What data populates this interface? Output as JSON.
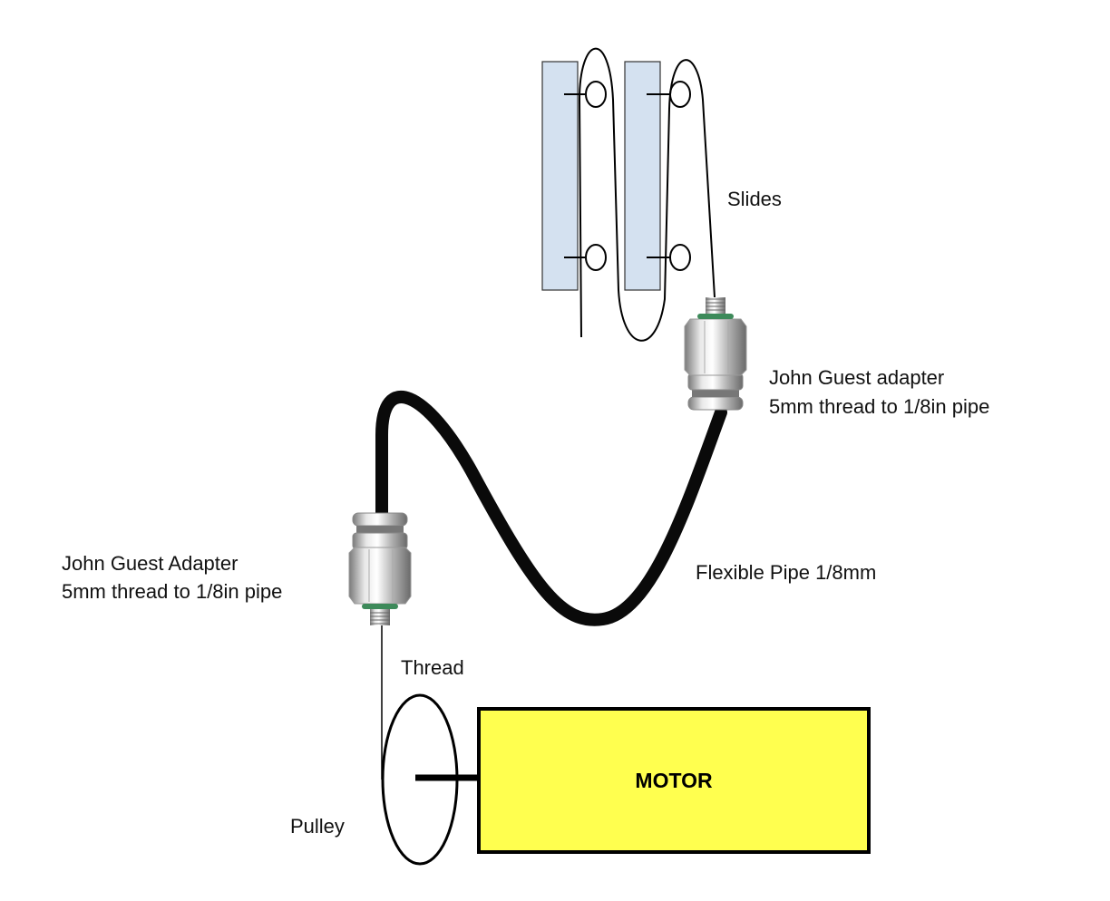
{
  "labels": {
    "slides": "Slides",
    "adapter_top_line1": "John Guest adapter",
    "adapter_top_line2": "5mm thread to 1/8in pipe",
    "adapter_bottom_line1": "John Guest Adapter",
    "adapter_bottom_line2": "5mm thread to 1/8in pipe",
    "pipe": "Flexible Pipe 1/8mm",
    "thread": "Thread",
    "pulley": "Pulley",
    "motor": "MOTOR"
  },
  "colors": {
    "slide_fill": "#d4e1f0",
    "motor_fill": "#ffff4f",
    "pipe": "#0a0a0a",
    "oring": "#3d8a5a"
  }
}
